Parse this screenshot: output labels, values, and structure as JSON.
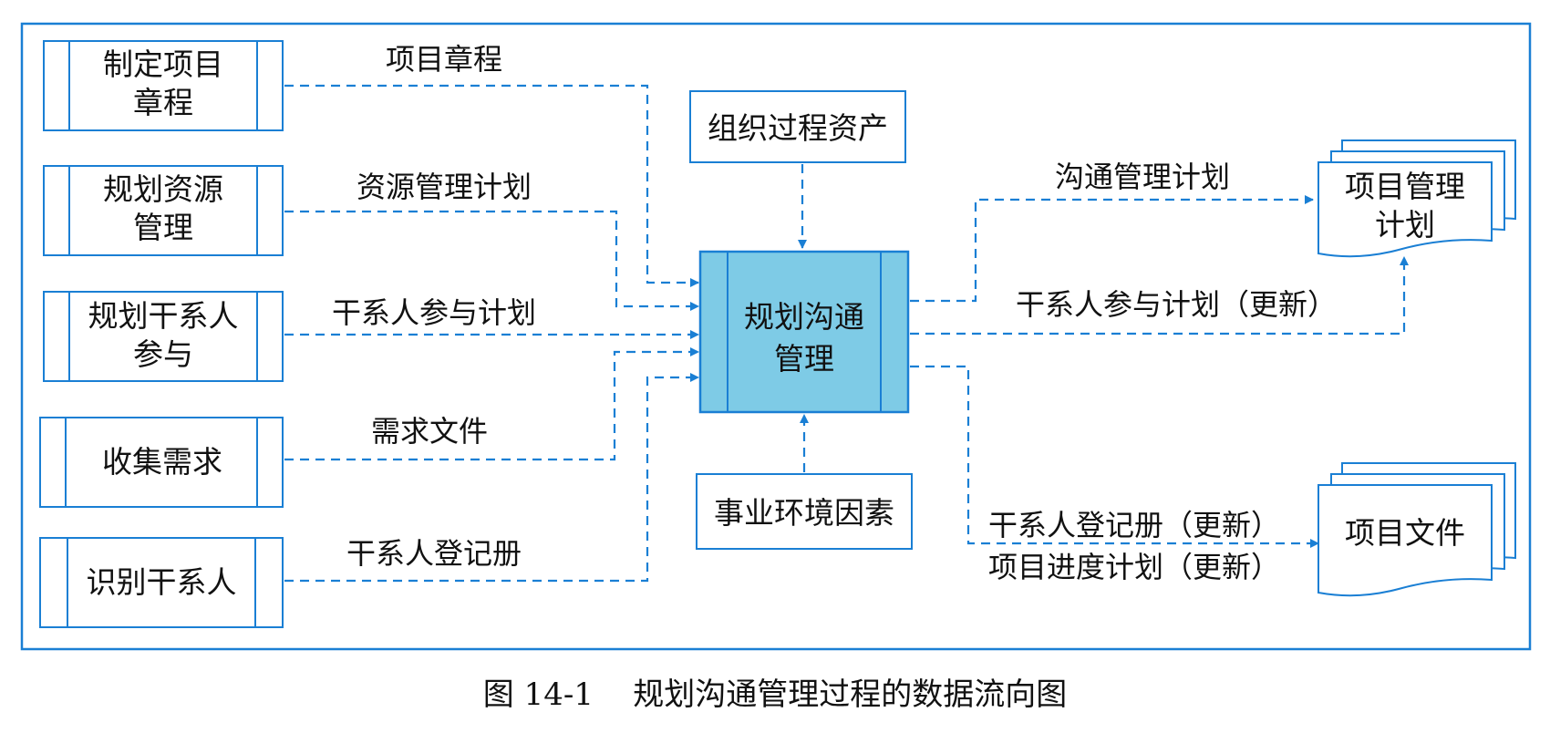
{
  "colors": {
    "frame": "#1a7fd4",
    "flow": "#1a7fd4",
    "center_fill": "#7ecbe6",
    "text": "#111111"
  },
  "inputs": [
    {
      "id": "charter-process",
      "lines": [
        "制定项目",
        "章程"
      ]
    },
    {
      "id": "resource-process",
      "lines": [
        "规划资源",
        "管理"
      ]
    },
    {
      "id": "stakeholder-engagement-process",
      "lines": [
        "规划干系人",
        "参与"
      ]
    },
    {
      "id": "requirements-process",
      "lines": [
        "收集需求"
      ]
    },
    {
      "id": "identify-stakeholders-process",
      "lines": [
        "识别干系人"
      ]
    }
  ],
  "input_labels": [
    "项目章程",
    "资源管理计划",
    "干系人参与计划",
    "需求文件",
    "干系人登记册"
  ],
  "center": {
    "lines": [
      "规划沟通",
      "管理"
    ]
  },
  "top_box": {
    "lines": [
      "组织过程资产"
    ]
  },
  "bottom_box": {
    "lines": [
      "事业环境因素"
    ]
  },
  "output_labels": [
    "沟通管理计划",
    "干系人参与计划（更新）",
    "干系人登记册（更新）",
    "项目进度计划（更新）"
  ],
  "outputs": [
    {
      "id": "pm-plan",
      "lines": [
        "项目管理",
        "计划"
      ]
    },
    {
      "id": "project-docs",
      "lines": [
        "项目文件"
      ]
    }
  ],
  "caption": {
    "number": "图 14-1",
    "title": "规划沟通管理过程的数据流向图"
  }
}
